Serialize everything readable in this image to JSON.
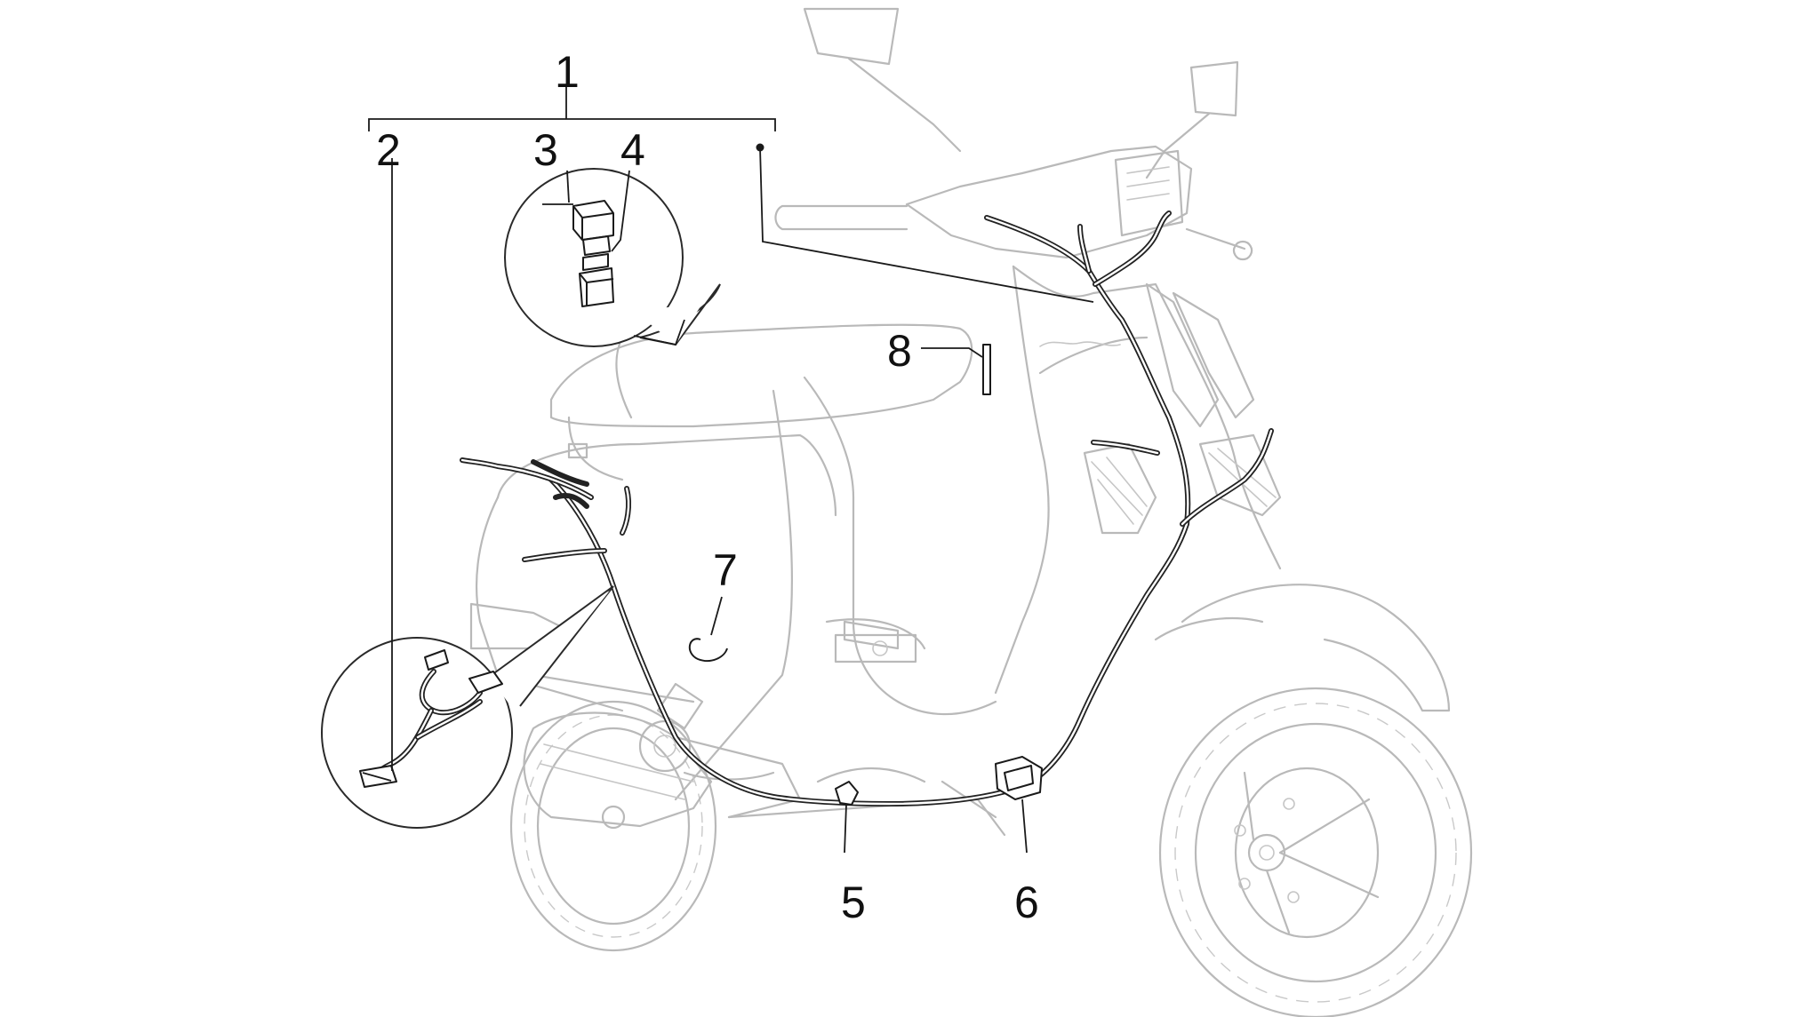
{
  "diagram": {
    "callouts": [
      {
        "id": "c1",
        "label": "1"
      },
      {
        "id": "c2",
        "label": "2"
      },
      {
        "id": "c3",
        "label": "3"
      },
      {
        "id": "c4",
        "label": "4"
      },
      {
        "id": "c5",
        "label": "5"
      },
      {
        "id": "c6",
        "label": "6"
      },
      {
        "id": "c7",
        "label": "7"
      },
      {
        "id": "c8",
        "label": "8"
      }
    ],
    "colors": {
      "outline": "#b9b9b9",
      "parts": "#1a1a1a",
      "background": "#ffffff"
    }
  }
}
